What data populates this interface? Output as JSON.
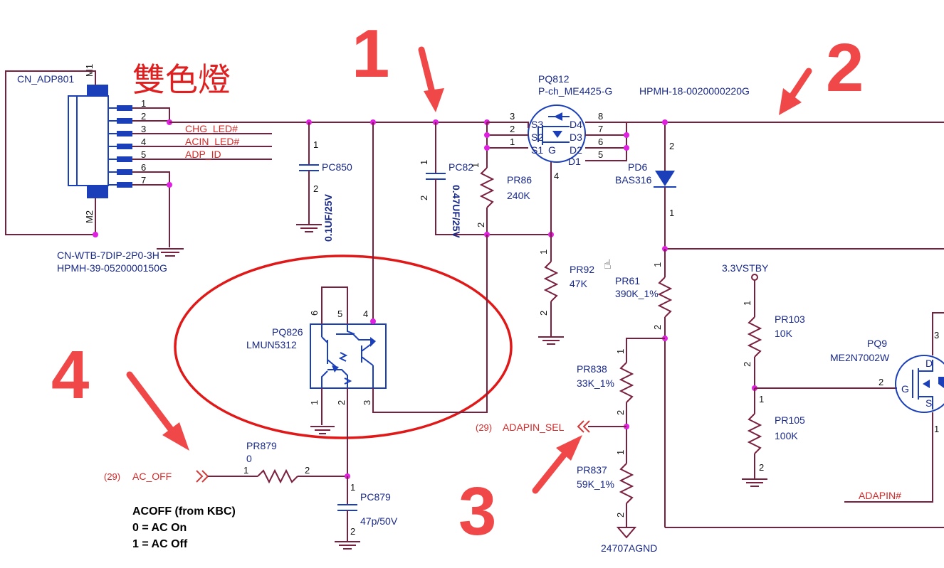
{
  "title_cn": "雙色燈",
  "callouts": [
    "1",
    "2",
    "3",
    "4"
  ],
  "connector": {
    "ref": "CN_ADP801",
    "part": "CN-WTB-7DIP-2P0-3H",
    "pn": "HPMH-39-0520000150G",
    "mount_top": "M1",
    "mount_bottom": "M2",
    "pins": [
      "1",
      "2",
      "3",
      "4",
      "5",
      "6",
      "7"
    ]
  },
  "nets": {
    "chg_led": "CHG_LED#",
    "acin_led": "ACIN_LED#",
    "adp_id": "ADP_ID",
    "ac_off_ref": "(29)",
    "ac_off": "AC_OFF",
    "adapin_sel_ref": "(29)",
    "adapin_sel": "ADAPIN_SEL",
    "adapin_n": "ADAPIN#",
    "vstby": "3.3VSTBY",
    "agnd": "24707AGND"
  },
  "components": {
    "pc850": {
      "ref": "PC850",
      "value": "0.1UF/25V",
      "p1": "1",
      "p2": "2"
    },
    "pc82": {
      "ref": "PC82",
      "value": "0.47UF/25V",
      "p1": "1",
      "p2": "2"
    },
    "pr86": {
      "ref": "PR86",
      "value": "240K",
      "p1": "1",
      "p2": "2"
    },
    "pq812": {
      "ref": "PQ812",
      "part": "P-ch_ME4425-G",
      "pins": [
        "3",
        "2",
        "1",
        "4",
        "8",
        "7",
        "6",
        "5"
      ],
      "pin_names": [
        "S3",
        "S2",
        "S1",
        "G",
        "D4",
        "D3",
        "D2",
        "D1"
      ]
    },
    "pn_main": "HPMH-18-0020000220G",
    "pd6": {
      "ref": "PD6",
      "part": "BAS316",
      "p1": "1",
      "p2": "2"
    },
    "pr92": {
      "ref": "PR92",
      "value": "47K",
      "p1": "1",
      "p2": "2"
    },
    "pr61": {
      "ref": "PR61",
      "value": "390K_1%",
      "p1": "1",
      "p2": "2"
    },
    "pq826": {
      "ref": "PQ826",
      "part": "LMUN5312",
      "pins": [
        "6",
        "5",
        "4",
        "1",
        "2",
        "3"
      ]
    },
    "pr838": {
      "ref": "PR838",
      "value": "33K_1%",
      "p1": "1",
      "p2": "2"
    },
    "pr837": {
      "ref": "PR837",
      "value": "59K_1%",
      "p1": "1",
      "p2": "2"
    },
    "pr103": {
      "ref": "PR103",
      "value": "10K",
      "p1": "1",
      "p2": "2"
    },
    "pr105": {
      "ref": "PR105",
      "value": "100K",
      "p1": "1",
      "p2": "2"
    },
    "pq9": {
      "ref": "PQ9",
      "part": "ME2N7002W",
      "pins": [
        "3",
        "2",
        "1"
      ],
      "pin_names": [
        "D",
        "G",
        "S"
      ]
    },
    "pr879": {
      "ref": "PR879",
      "value": "0",
      "p1": "1",
      "p2": "2"
    },
    "pc879": {
      "ref": "PC879",
      "value": "47p/50V",
      "p1": "1",
      "p2": "2"
    }
  },
  "acoff_note": [
    "ACOFF (from KBC)",
    "0 = AC On",
    "1 = AC Off"
  ],
  "colors": {
    "wire": "#7a1f3d",
    "pin": "#d43a3a",
    "symbol": "#1a3fb8",
    "junction": "#e020e0",
    "callout": "#f04848",
    "ring": "#e01818",
    "net_label": "#d42a2a"
  }
}
